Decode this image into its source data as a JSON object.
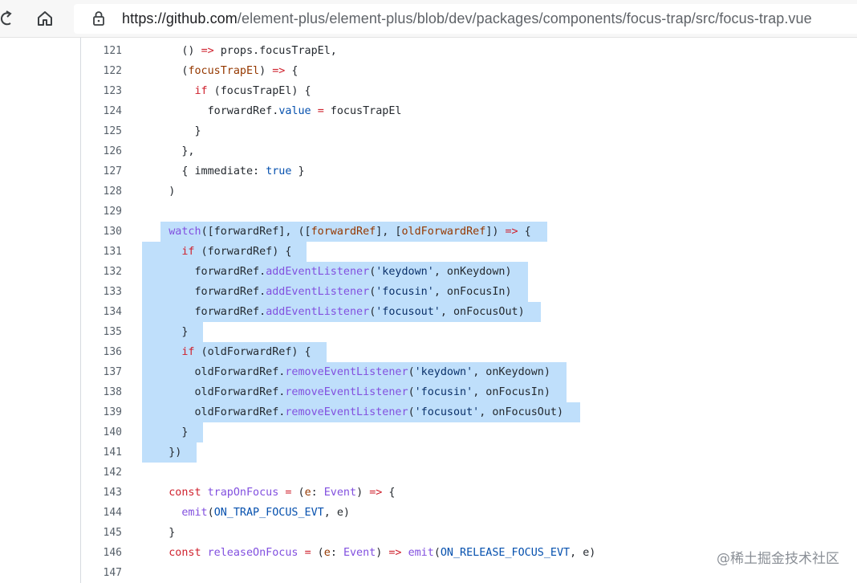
{
  "browser": {
    "url_host": "https://github.com",
    "url_path": "/element-plus/element-plus/blob/dev/packages/components/focus-trap/src/focus-trap.vue"
  },
  "watermark": "@稀土掘金技术社区",
  "colors": {
    "selection": "#bfdffb",
    "keyword": "#cf222e",
    "function": "#8250df",
    "param": "#953800",
    "constant": "#0550ae",
    "string": "#0a3069"
  },
  "code": {
    "lines": [
      {
        "n": "121",
        "tokens": [
          [
            "t",
            "      () "
          ],
          [
            "k",
            "=>"
          ],
          [
            "t",
            " props.focusTrapEl,"
          ]
        ]
      },
      {
        "n": "122",
        "tokens": [
          [
            "t",
            "      ("
          ],
          [
            "p",
            "focusTrapEl"
          ],
          [
            "t",
            ") "
          ],
          [
            "k",
            "=>"
          ],
          [
            "t",
            " {"
          ]
        ]
      },
      {
        "n": "123",
        "tokens": [
          [
            "t",
            "        "
          ],
          [
            "k",
            "if"
          ],
          [
            "t",
            " (focusTrapEl) {"
          ]
        ]
      },
      {
        "n": "124",
        "tokens": [
          [
            "t",
            "          forwardRef."
          ],
          [
            "c",
            "value"
          ],
          [
            "t",
            " "
          ],
          [
            "k",
            "="
          ],
          [
            "t",
            " focusTrapEl"
          ]
        ]
      },
      {
        "n": "125",
        "tokens": [
          [
            "t",
            "        }"
          ]
        ]
      },
      {
        "n": "126",
        "tokens": [
          [
            "t",
            "      },"
          ]
        ]
      },
      {
        "n": "127",
        "tokens": [
          [
            "t",
            "      { immediate: "
          ],
          [
            "c",
            "true"
          ],
          [
            "t",
            " }"
          ]
        ]
      },
      {
        "n": "128",
        "tokens": [
          [
            "t",
            "    )"
          ]
        ]
      },
      {
        "n": "129",
        "tokens": []
      },
      {
        "n": "130",
        "tokens": [
          [
            "f",
            "    watch"
          ],
          [
            "t",
            "([forwardRef], (["
          ],
          [
            "p",
            "forwardRef"
          ],
          [
            "t",
            "], ["
          ],
          [
            "p",
            "oldForwardRef"
          ],
          [
            "t",
            "]) "
          ],
          [
            "k",
            "=>"
          ],
          [
            "t",
            " {"
          ]
        ]
      },
      {
        "n": "131",
        "tokens": [
          [
            "t",
            "      "
          ],
          [
            "k",
            "if"
          ],
          [
            "t",
            " (forwardRef) {"
          ]
        ]
      },
      {
        "n": "132",
        "tokens": [
          [
            "t",
            "        forwardRef."
          ],
          [
            "f",
            "addEventListener"
          ],
          [
            "t",
            "("
          ],
          [
            "s",
            "'keydown'"
          ],
          [
            "t",
            ", onKeydown)"
          ]
        ]
      },
      {
        "n": "133",
        "tokens": [
          [
            "t",
            "        forwardRef."
          ],
          [
            "f",
            "addEventListener"
          ],
          [
            "t",
            "("
          ],
          [
            "s",
            "'focusin'"
          ],
          [
            "t",
            ", onFocusIn)"
          ]
        ]
      },
      {
        "n": "134",
        "tokens": [
          [
            "t",
            "        forwardRef."
          ],
          [
            "f",
            "addEventListener"
          ],
          [
            "t",
            "("
          ],
          [
            "s",
            "'focusout'"
          ],
          [
            "t",
            ", onFocusOut)"
          ]
        ]
      },
      {
        "n": "135",
        "tokens": [
          [
            "t",
            "      }"
          ]
        ]
      },
      {
        "n": "136",
        "tokens": [
          [
            "t",
            "      "
          ],
          [
            "k",
            "if"
          ],
          [
            "t",
            " (oldForwardRef) {"
          ]
        ]
      },
      {
        "n": "137",
        "tokens": [
          [
            "t",
            "        oldForwardRef."
          ],
          [
            "f",
            "removeEventListener"
          ],
          [
            "t",
            "("
          ],
          [
            "s",
            "'keydown'"
          ],
          [
            "t",
            ", onKeydown)"
          ]
        ]
      },
      {
        "n": "138",
        "tokens": [
          [
            "t",
            "        oldForwardRef."
          ],
          [
            "f",
            "removeEventListener"
          ],
          [
            "t",
            "("
          ],
          [
            "s",
            "'focusin'"
          ],
          [
            "t",
            ", onFocusIn)"
          ]
        ]
      },
      {
        "n": "139",
        "tokens": [
          [
            "t",
            "        oldForwardRef."
          ],
          [
            "f",
            "removeEventListener"
          ],
          [
            "t",
            "("
          ],
          [
            "s",
            "'focusout'"
          ],
          [
            "t",
            ", onFocusOut)"
          ]
        ]
      },
      {
        "n": "140",
        "tokens": [
          [
            "t",
            "      }"
          ]
        ]
      },
      {
        "n": "141",
        "tokens": [
          [
            "t",
            "    })"
          ]
        ]
      },
      {
        "n": "142",
        "tokens": []
      },
      {
        "n": "143",
        "tokens": [
          [
            "t",
            "    "
          ],
          [
            "k",
            "const"
          ],
          [
            "t",
            " "
          ],
          [
            "f",
            "trapOnFocus"
          ],
          [
            "t",
            " "
          ],
          [
            "k",
            "="
          ],
          [
            "t",
            " ("
          ],
          [
            "p",
            "e"
          ],
          [
            "t",
            ": "
          ],
          [
            "f",
            "Event"
          ],
          [
            "t",
            ") "
          ],
          [
            "k",
            "=>"
          ],
          [
            "t",
            " {"
          ]
        ]
      },
      {
        "n": "144",
        "tokens": [
          [
            "t",
            "      "
          ],
          [
            "f",
            "emit"
          ],
          [
            "t",
            "("
          ],
          [
            "c",
            "ON_TRAP_FOCUS_EVT"
          ],
          [
            "t",
            ", e)"
          ]
        ]
      },
      {
        "n": "145",
        "tokens": [
          [
            "t",
            "    }"
          ]
        ]
      },
      {
        "n": "146",
        "tokens": [
          [
            "t",
            "    "
          ],
          [
            "k",
            "const"
          ],
          [
            "t",
            " "
          ],
          [
            "f",
            "releaseOnFocus"
          ],
          [
            "t",
            " "
          ],
          [
            "k",
            "="
          ],
          [
            "t",
            " ("
          ],
          [
            "p",
            "e"
          ],
          [
            "t",
            ": "
          ],
          [
            "f",
            "Event"
          ],
          [
            "t",
            ") "
          ],
          [
            "k",
            "=>"
          ],
          [
            "t",
            " "
          ],
          [
            "f",
            "emit"
          ],
          [
            "t",
            "("
          ],
          [
            "c",
            "ON_RELEASE_FOCUS_EVT"
          ],
          [
            "t",
            ", e)"
          ]
        ]
      },
      {
        "n": "147",
        "tokens": []
      }
    ],
    "selection_from_line": "130",
    "selection_to_line": "141"
  }
}
